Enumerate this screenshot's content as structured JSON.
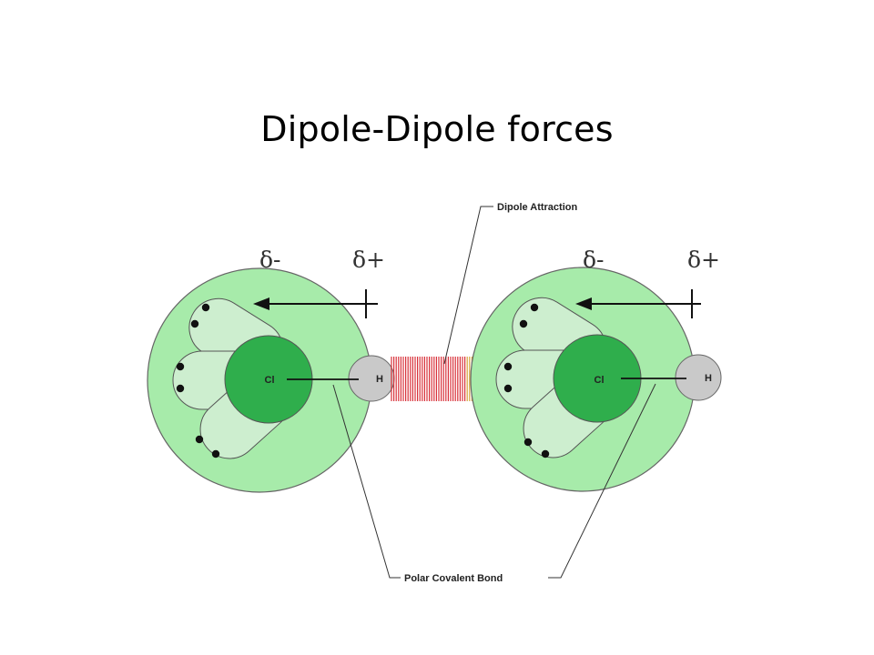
{
  "slide": {
    "title": "Dipole-Dipole forces"
  },
  "diagram": {
    "callouts": {
      "dipole_attraction": "Dipole Attraction",
      "polar_covalent_bond": "Polar Covalent Bond"
    },
    "molecules": [
      {
        "central_atom": "Cl",
        "partner_atom": "H",
        "delta_minus": "δ-",
        "delta_plus": "δ+"
      },
      {
        "central_atom": "Cl",
        "partner_atom": "H",
        "delta_minus": "δ-",
        "delta_plus": "δ+"
      }
    ],
    "colors": {
      "shell": "#a7ebaa",
      "lobe": "#cdeecf",
      "cl_atom": "#2fae4c",
      "h_atom": "#c9c9c9",
      "attraction_lines": "#d8313a",
      "attraction_edge": "#d7a43a",
      "outline": "#666666"
    }
  }
}
